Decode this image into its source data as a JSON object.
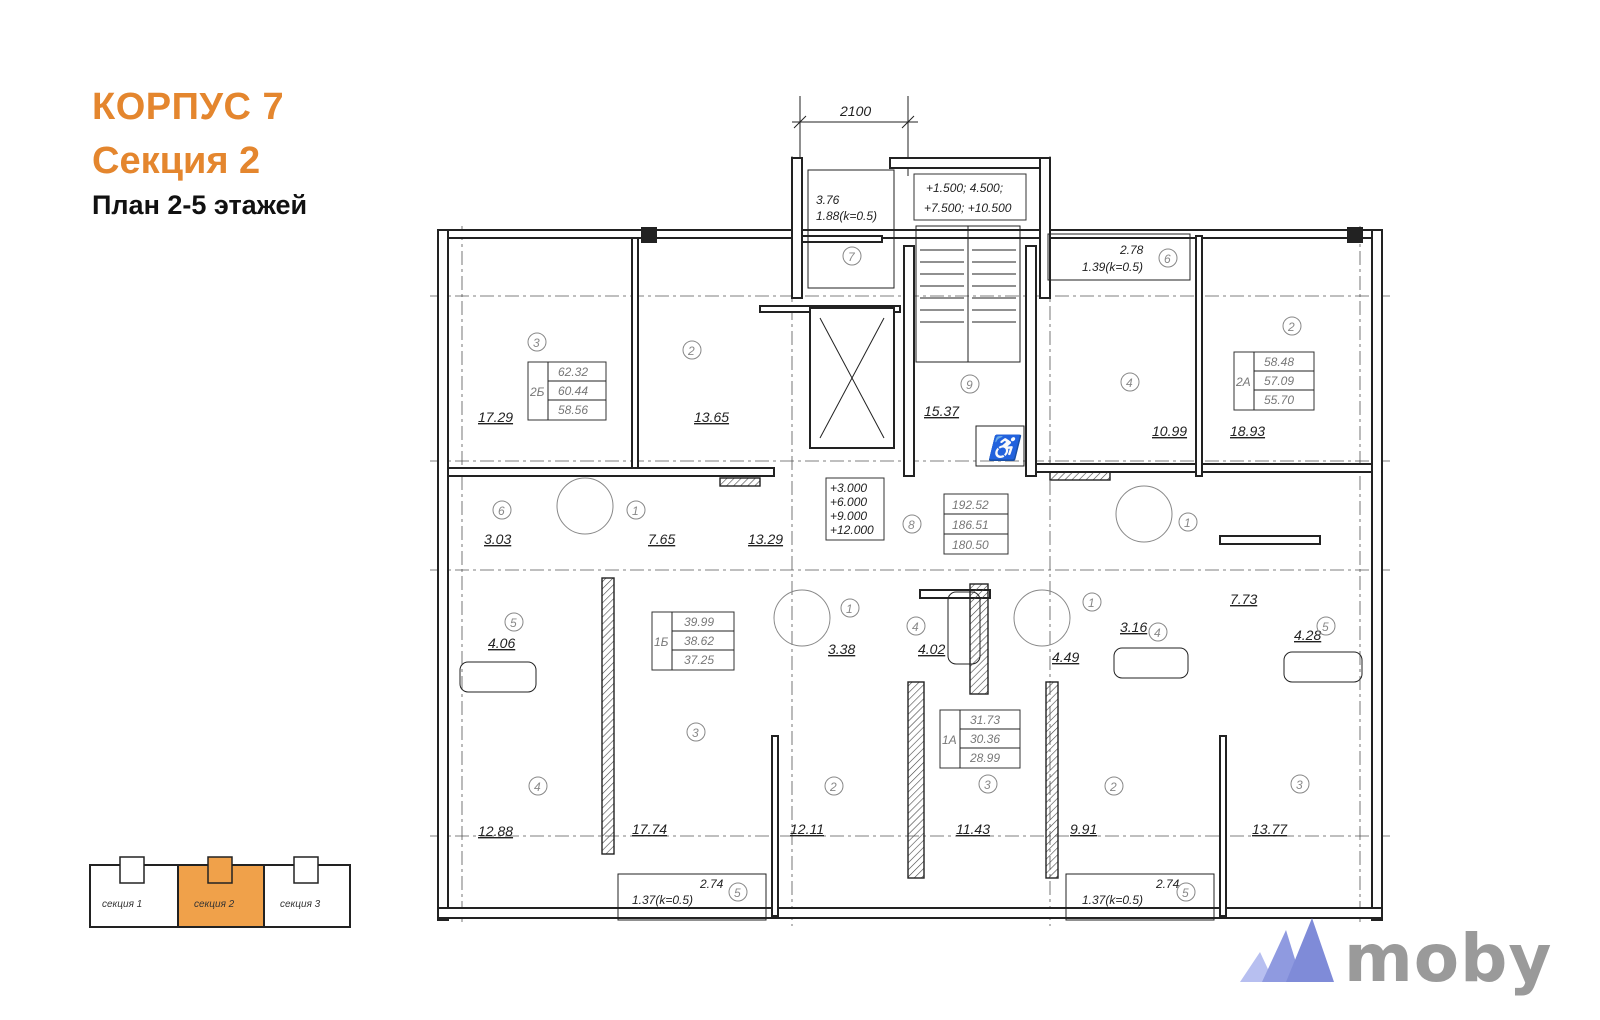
{
  "header": {
    "building": "КОРПУС 7",
    "section": "Секция 2",
    "plan": "План 2-5 этажей"
  },
  "dimensions": {
    "top_width": "2100",
    "balcony_top_left": "3.76",
    "balcony_top_left_k": "1.88(k=0.5)",
    "balcony_top_right": "2.78",
    "balcony_top_right_k": "1.39(k=0.5)",
    "balcony_bottom_left": "2.74",
    "balcony_bottom_left_k": "1.37(k=0.5)",
    "balcony_bottom_right": "2.74",
    "balcony_bottom_right_k": "1.37(k=0.5)"
  },
  "levels_stair": {
    "line1": "+1.500; 4.500;",
    "line2": "+7.500; +10.500"
  },
  "levels_lift": [
    "+3.000",
    "+6.000",
    "+9.000",
    "+12.000"
  ],
  "apartments": {
    "a2b": {
      "code": "2Б",
      "v1": "62.32",
      "v2": "60.44",
      "v3": "58.56"
    },
    "a2a": {
      "code": "2А",
      "v1": "58.48",
      "v2": "57.09",
      "v3": "55.70"
    },
    "a1b": {
      "code": "1Б",
      "v1": "39.99",
      "v2": "38.62",
      "v3": "37.25"
    },
    "a1a": {
      "code": "1А",
      "v1": "31.73",
      "v2": "30.36",
      "v3": "28.99"
    },
    "common": {
      "v1": "192.52",
      "v2": "186.51",
      "v3": "180.50"
    }
  },
  "rooms": {
    "r1729": "17.29",
    "r1365": "13.65",
    "r1537": "15.37",
    "r1099": "10.99",
    "r1893": "18.93",
    "r303": "3.03",
    "r765": "7.65",
    "r1329": "13.29",
    "r406": "4.06",
    "r338": "3.38",
    "r402": "4.02",
    "r449": "4.49",
    "r316": "3.16",
    "r773": "7.73",
    "r428": "4.28",
    "r1288": "12.88",
    "r1774": "17.74",
    "r1211": "12.11",
    "r1143": "11.43",
    "r991": "9.91",
    "r1377": "13.77"
  },
  "room_numbers": {
    "n3a": "3",
    "n2a": "2",
    "n7": "7",
    "n9": "9",
    "n6a": "6",
    "n4a": "4",
    "n2b": "2",
    "n6b": "6",
    "n1a": "1",
    "n8": "8",
    "n1b": "1",
    "n5a": "5",
    "n1c": "1",
    "n4b": "4",
    "n1d": "1",
    "n4c": "4",
    "n5b": "5",
    "n4d": "4",
    "n3b": "3",
    "n2c": "2",
    "n3c": "3",
    "n2d": "2",
    "n3d": "3",
    "n5c": "5",
    "n5d": "5"
  },
  "minimap": {
    "s1": "секция 1",
    "s2": "секция 2",
    "s3": "секция 3",
    "active_color": "#f0a14a"
  },
  "logo": {
    "text": "moby",
    "color": "#9a9a9a",
    "accent": "#7f8bd8"
  },
  "colors": {
    "accent": "#e4862e"
  }
}
